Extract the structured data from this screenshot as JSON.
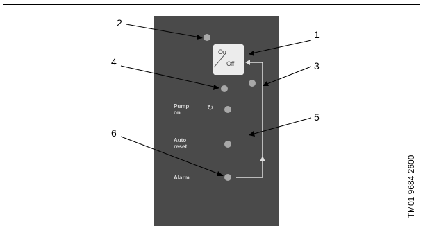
{
  "button": {
    "on": "On",
    "off": "Off"
  },
  "panel_labels": {
    "pump_on": "Pump\non",
    "auto_reset": "Auto\nreset",
    "alarm": "Alarm"
  },
  "callouts": [
    "1",
    "2",
    "3",
    "4",
    "5",
    "6"
  ],
  "figure_code": "TM01 9684 2600",
  "colors": {
    "panel": "#4a4a4a",
    "led": "#a8a8a8",
    "button": "#ececec",
    "line": "#000000",
    "indicator_line": "#e0e0e0"
  },
  "icons": {
    "pump_rotation": "rotate-icon"
  }
}
